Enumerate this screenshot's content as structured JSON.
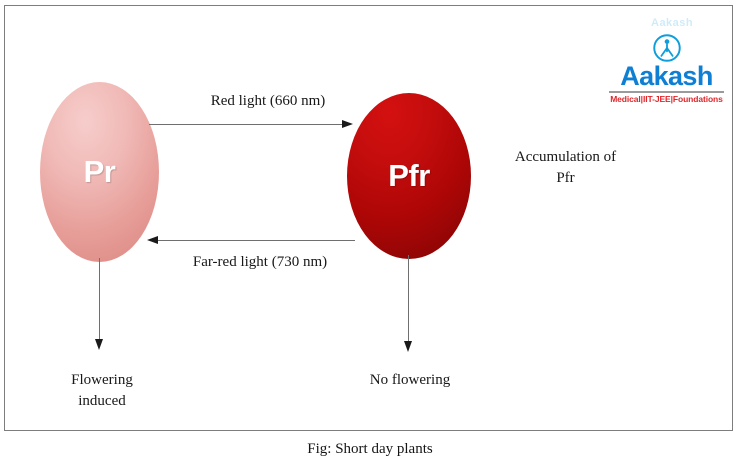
{
  "figure": {
    "caption": "Fig: Short day plants",
    "border_color": "#7d7d7d"
  },
  "diagram": {
    "type": "phytochrome-conversion",
    "nodes": [
      {
        "id": "pr",
        "label": "Pr",
        "shape": "ellipse",
        "fill_color": "#e79e99",
        "text_color": "#ffffff"
      },
      {
        "id": "pfr",
        "label": "Pfr",
        "shape": "ellipse",
        "fill_color": "#ae0606",
        "text_color": "#ffffff"
      }
    ],
    "arrows": [
      {
        "id": "red-light",
        "from": "pr",
        "to": "pfr",
        "direction": "right",
        "label": "Red light (660 nm)"
      },
      {
        "id": "far-red-light",
        "from": "pfr",
        "to": "pr",
        "direction": "left",
        "label": "Far-red light (730 nm)"
      },
      {
        "id": "pr-outcome",
        "from": "pr",
        "to": "flowering-induced",
        "direction": "down",
        "label": ""
      },
      {
        "id": "pfr-outcome",
        "from": "pfr",
        "to": "no-flowering",
        "direction": "down",
        "label": ""
      }
    ],
    "annotations": {
      "accumulation": "Accumulation of\nPfr",
      "flowering_induced": "Flowering\ninduced",
      "no_flowering": "No flowering"
    }
  },
  "logo": {
    "watermark_text": "Aakash",
    "wordmark": "Aakash",
    "tagline": "Medical|IIT-JEE|Foundations",
    "brand_blue": "#0f7fd4",
    "brand_red": "#e0262b"
  }
}
